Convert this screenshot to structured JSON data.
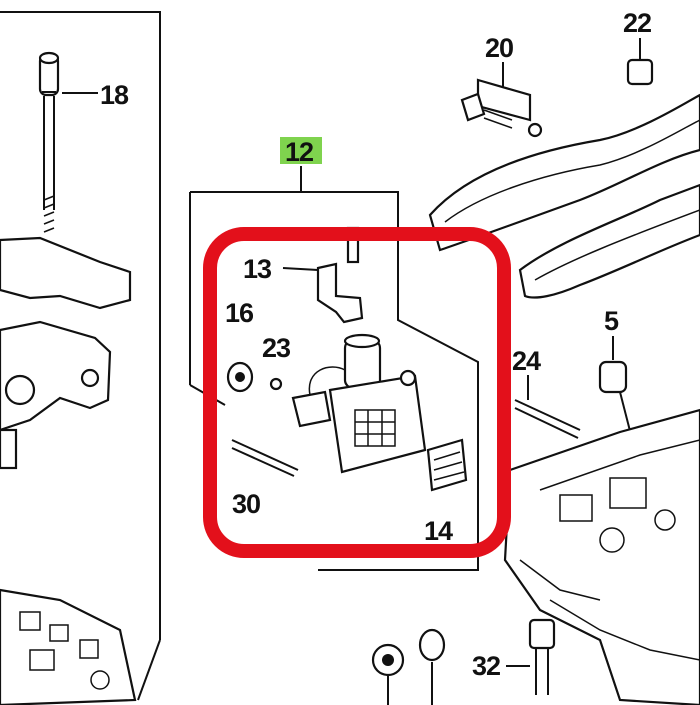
{
  "diagram": {
    "callouts": {
      "p12": "12",
      "p13": "13",
      "p14": "14",
      "p16": "16",
      "p18": "18",
      "p20": "20",
      "p22": "22",
      "p23": "23",
      "p24": "24",
      "p30": "30",
      "p32": "32",
      "p5": "5"
    },
    "colors": {
      "highlight_box": "#e3101b",
      "label_12_background": "#7fd34e",
      "line": "#111111"
    }
  }
}
